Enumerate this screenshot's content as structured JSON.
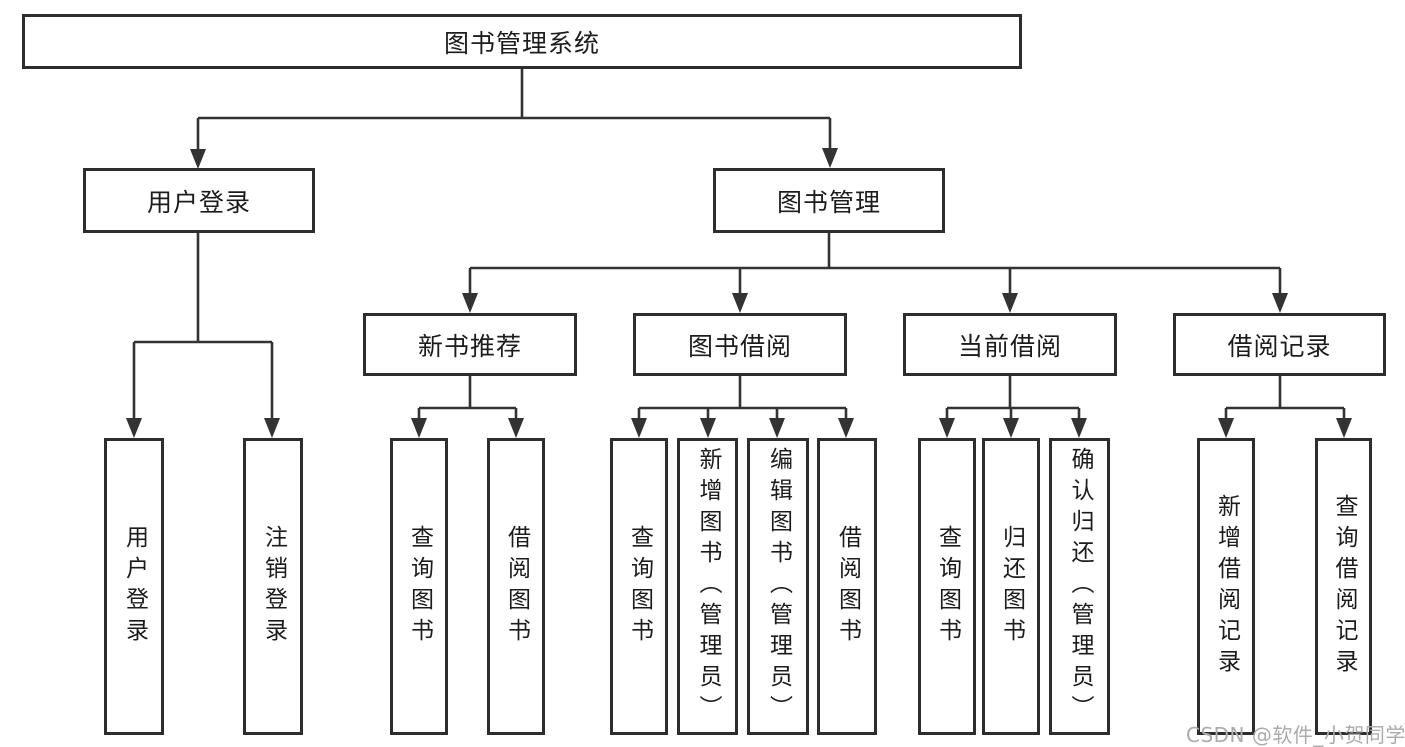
{
  "diagram": {
    "title": "图书管理系统",
    "type": "hierarchy-tree",
    "colors": {
      "line": "#333333",
      "box_border": "#2d2d2d",
      "box_background": "#ffffff",
      "text": "#1c1c1c",
      "watermark": "#ababab",
      "page_background": "#ffffff"
    },
    "tree": {
      "root": {
        "label": "图书管理系统",
        "children": [
          {
            "label": "用户登录",
            "children": [
              {
                "label": "用户登录"
              },
              {
                "label": "注销登录"
              }
            ]
          },
          {
            "label": "图书管理",
            "children": [
              {
                "label": "新书推荐",
                "children": [
                  {
                    "label": "查询图书"
                  },
                  {
                    "label": "借阅图书"
                  }
                ]
              },
              {
                "label": "图书借阅",
                "children": [
                  {
                    "label": "查询图书"
                  },
                  {
                    "label": "新增图书（管理员）"
                  },
                  {
                    "label": "编辑图书（管理员）"
                  },
                  {
                    "label": "借阅图书"
                  }
                ]
              },
              {
                "label": "当前借阅",
                "children": [
                  {
                    "label": "查询图书"
                  },
                  {
                    "label": "归还图书"
                  },
                  {
                    "label": "确认归还（管理员）"
                  }
                ]
              },
              {
                "label": "借阅记录",
                "children": [
                  {
                    "label": "新增借阅记录"
                  },
                  {
                    "label": "查询借阅记录"
                  }
                ]
              }
            ]
          }
        ]
      }
    }
  },
  "watermark": {
    "text": "CSDN @软件_小贺同学"
  }
}
